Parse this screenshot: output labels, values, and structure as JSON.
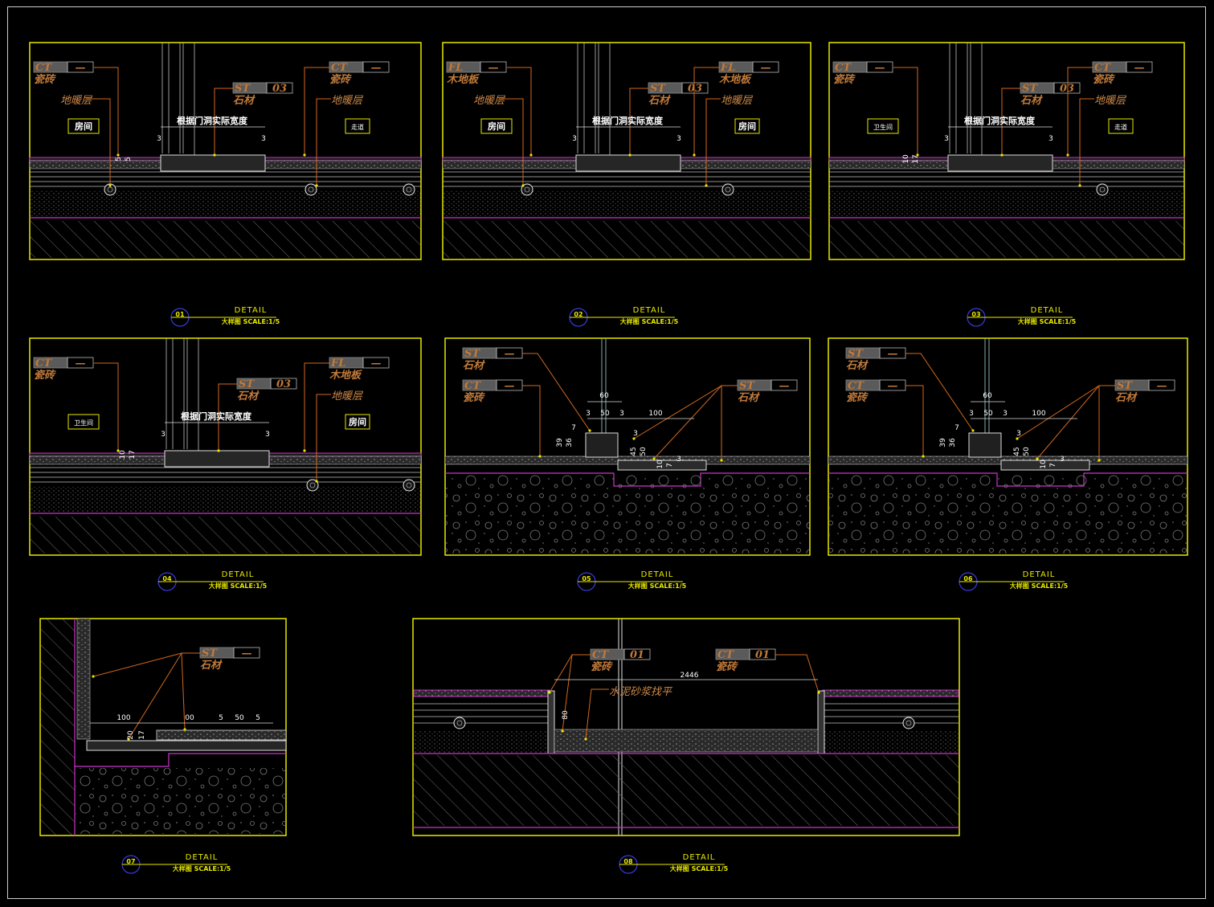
{
  "sheet": {
    "detail_word": "DETAIL",
    "subtitle": "大样图  SCALE:1/5"
  },
  "details": [
    {
      "number": "01",
      "tags": [
        {
          "code": "CT",
          "num": "—",
          "name": "瓷砖"
        },
        {
          "code": "ST",
          "num": "03",
          "name": "石材"
        },
        {
          "code": "CT",
          "num": "—",
          "name": "瓷砖"
        }
      ],
      "notes": [
        "地暖层",
        "地暖层"
      ],
      "rooms": [
        "房间",
        "走道"
      ],
      "dims": [
        "根据门洞实际宽度",
        "3",
        "3",
        "5",
        "5"
      ]
    },
    {
      "number": "02",
      "tags": [
        {
          "code": "FL",
          "num": "—",
          "name": "木地板"
        },
        {
          "code": "ST",
          "num": "03",
          "name": "石材"
        },
        {
          "code": "FL",
          "num": "—",
          "name": "木地板"
        }
      ],
      "notes": [
        "地暖层",
        "地暖层"
      ],
      "rooms": [
        "房间",
        "房间"
      ],
      "dims": [
        "根据门洞实际宽度",
        "3",
        "3"
      ]
    },
    {
      "number": "03",
      "tags": [
        {
          "code": "CT",
          "num": "—",
          "name": "瓷砖"
        },
        {
          "code": "ST",
          "num": "03",
          "name": "石材"
        },
        {
          "code": "CT",
          "num": "—",
          "name": "瓷砖"
        }
      ],
      "notes": [
        "地暖层"
      ],
      "rooms": [
        "卫生间",
        "走道"
      ],
      "dims": [
        "根据门洞实际宽度",
        "3",
        "3",
        "10",
        "17"
      ]
    },
    {
      "number": "04",
      "tags": [
        {
          "code": "CT",
          "num": "—",
          "name": "瓷砖"
        },
        {
          "code": "ST",
          "num": "03",
          "name": "石材"
        },
        {
          "code": "FL",
          "num": "—",
          "name": "木地板"
        }
      ],
      "notes": [
        "地暖层"
      ],
      "rooms": [
        "卫生间",
        "房间"
      ],
      "dims": [
        "根据门洞实际宽度",
        "3",
        "3",
        "10",
        "17"
      ]
    },
    {
      "number": "05",
      "tags": [
        {
          "code": "ST",
          "num": "—",
          "name": "石材"
        },
        {
          "code": "CT",
          "num": "—",
          "name": "瓷砖"
        },
        {
          "code": "ST",
          "num": "—",
          "name": "石材"
        }
      ],
      "notes": [],
      "rooms": [],
      "dims": [
        "60",
        "3",
        "50",
        "3",
        "100",
        "7",
        "39",
        "36",
        "3",
        "45",
        "50",
        "10",
        "7",
        "3"
      ]
    },
    {
      "number": "06",
      "tags": [
        {
          "code": "ST",
          "num": "—",
          "name": "石材"
        },
        {
          "code": "CT",
          "num": "—",
          "name": "瓷砖"
        },
        {
          "code": "ST",
          "num": "—",
          "name": "石材"
        }
      ],
      "notes": [],
      "rooms": [],
      "dims": [
        "60",
        "3",
        "50",
        "3",
        "100",
        "7",
        "39",
        "36",
        "3",
        "45",
        "50",
        "10",
        "7",
        "3"
      ]
    },
    {
      "number": "07",
      "tags": [
        {
          "code": "ST",
          "num": "—",
          "name": "石材"
        }
      ],
      "notes": [],
      "rooms": [],
      "dims": [
        "100",
        "00",
        "5",
        "50",
        "5",
        "20",
        "17"
      ]
    },
    {
      "number": "08",
      "tags": [
        {
          "code": "CT",
          "num": "01",
          "name": "瓷砖"
        },
        {
          "code": "CT",
          "num": "01",
          "name": "瓷砖"
        }
      ],
      "notes": [
        "水泥砂浆找平"
      ],
      "rooms": [],
      "dims": [
        "2446",
        "80"
      ]
    }
  ],
  "colors": {
    "frame": "#e8e800",
    "leader": "#d2691e",
    "magenta": "#cc33cc",
    "hatch": "#8a8a8a",
    "line": "#bfbfbf",
    "tag_box": "#5a5a5a"
  }
}
